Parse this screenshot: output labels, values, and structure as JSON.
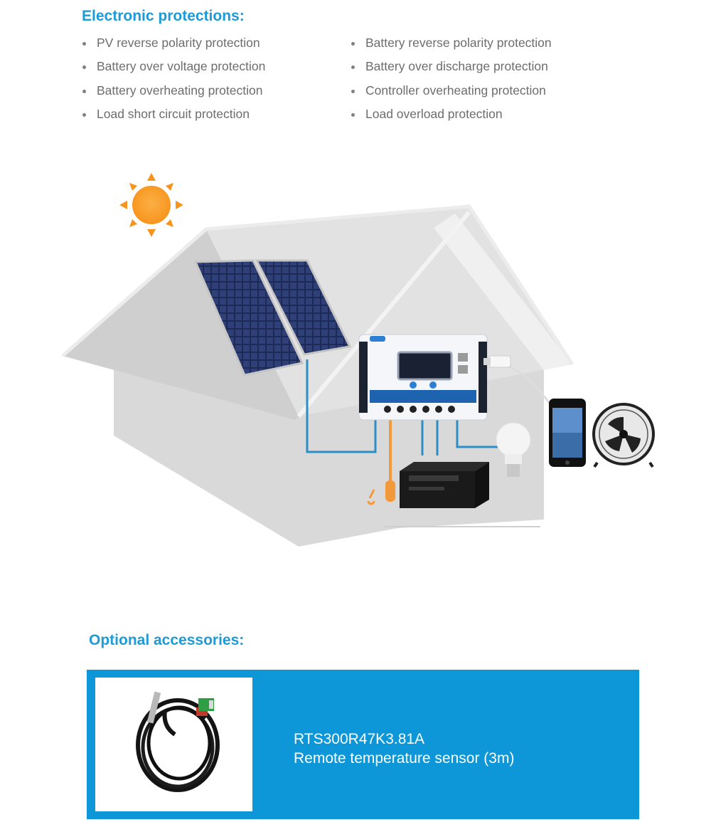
{
  "protections": {
    "title": "Electronic protections:",
    "left": [
      "PV reverse polarity protection",
      "Battery over voltage protection",
      "Battery overheating protection",
      "Load short circuit protection"
    ],
    "right": [
      "Battery reverse polarity protection",
      "Battery over discharge protection",
      "Controller overheating protection",
      "Load overload protection"
    ]
  },
  "accessories": {
    "title": "Optional accessories:",
    "item": {
      "model": "RTS300R47K3.81A",
      "description": "Remote temperature sensor (3m)"
    }
  },
  "colors": {
    "accent": "#1e9ad6",
    "panel": "#0d96d8",
    "text": "#6d6d6d",
    "sun": "#f7941d",
    "wire": "#2a8fc6",
    "sensor_wire": "#f29a3b"
  }
}
